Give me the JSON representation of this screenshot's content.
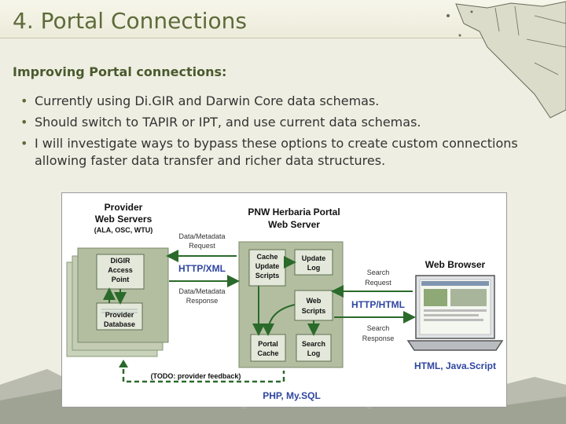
{
  "slide": {
    "title": "4. Portal Connections",
    "subheading": "Improving Portal connections:",
    "bullets": [
      "Currently using Di.GIR and Darwin Core data schemas.",
      "Should switch to TAPIR or IPT, and use current data schemas.",
      "I will investigate ways to bypass these options to create custom connections allowing faster data transfer and richer data structures."
    ]
  },
  "diagram": {
    "provider": {
      "title_line1": "Provider",
      "title_line2": "Web Servers",
      "subtitle": "(ALA, OSC, WTU)",
      "access_line1": "DiGIR",
      "access_line2": "Access",
      "access_line3": "Point",
      "db_line1": "Provider",
      "db_line2": "Database"
    },
    "portal": {
      "title_line1": "PNW Herbaria Portal",
      "title_line2": "Web Server",
      "cache_scripts_line1": "Cache",
      "cache_scripts_line2": "Update",
      "cache_scripts_line3": "Scripts",
      "update_log_line1": "Update",
      "update_log_line2": "Log",
      "web_scripts_line1": "Web",
      "web_scripts_line2": "Scripts",
      "portal_cache_line1": "Portal",
      "portal_cache_line2": "Cache",
      "search_log_line1": "Search",
      "search_log_line2": "Log",
      "tech": "PHP, My.SQL"
    },
    "browser": {
      "title": "Web Browser",
      "tech": "HTML, Java.Script"
    },
    "labels": {
      "data_request_line1": "Data/Metadata",
      "data_request_line2": "Request",
      "http_xml": "HTTP/XML",
      "data_response_line1": "Data/Metadata",
      "data_response_line2": "Response",
      "search_request_line1": "Search",
      "search_request_line2": "Request",
      "http_html": "HTTP/HTML",
      "search_response_line1": "Search",
      "search_response_line2": "Response",
      "todo": "(TODO: provider feedback)"
    },
    "colors": {
      "box_fill": "#b3bea1",
      "box_stroke": "#7a8a68",
      "label_blue": "#2f46a0",
      "arrow": "#2a6a2a",
      "accent_olive": "#5d6b3a"
    }
  }
}
